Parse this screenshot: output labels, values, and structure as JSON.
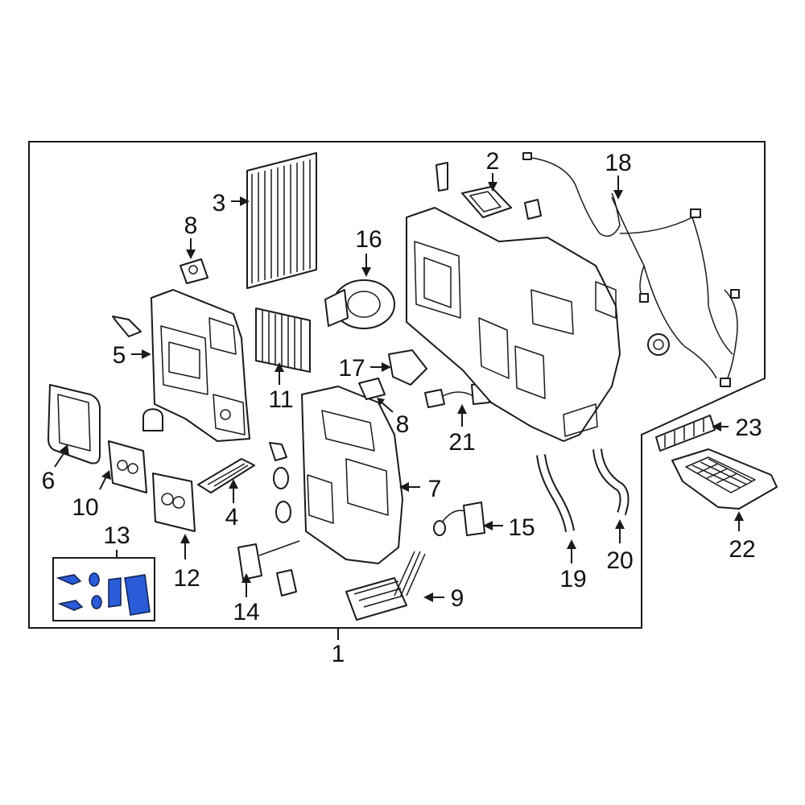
{
  "diagram": {
    "callouts": [
      {
        "id": "c1",
        "label": "1"
      },
      {
        "id": "c2",
        "label": "2"
      },
      {
        "id": "c3",
        "label": "3"
      },
      {
        "id": "c4",
        "label": "4"
      },
      {
        "id": "c5",
        "label": "5"
      },
      {
        "id": "c6",
        "label": "6"
      },
      {
        "id": "c7",
        "label": "7"
      },
      {
        "id": "c8a",
        "label": "8"
      },
      {
        "id": "c8b",
        "label": "8"
      },
      {
        "id": "c9",
        "label": "9"
      },
      {
        "id": "c10",
        "label": "10"
      },
      {
        "id": "c11",
        "label": "11"
      },
      {
        "id": "c12",
        "label": "12"
      },
      {
        "id": "c13",
        "label": "13"
      },
      {
        "id": "c14",
        "label": "14"
      },
      {
        "id": "c15",
        "label": "15"
      },
      {
        "id": "c16",
        "label": "16"
      },
      {
        "id": "c17",
        "label": "17"
      },
      {
        "id": "c18",
        "label": "18"
      },
      {
        "id": "c19",
        "label": "19"
      },
      {
        "id": "c20",
        "label": "20"
      },
      {
        "id": "c21",
        "label": "21"
      },
      {
        "id": "c22",
        "label": "22"
      },
      {
        "id": "c23",
        "label": "23"
      }
    ],
    "colors": {
      "line": "#1a1a1a",
      "highlight": "#2b5bd7",
      "background": "#ffffff"
    }
  }
}
